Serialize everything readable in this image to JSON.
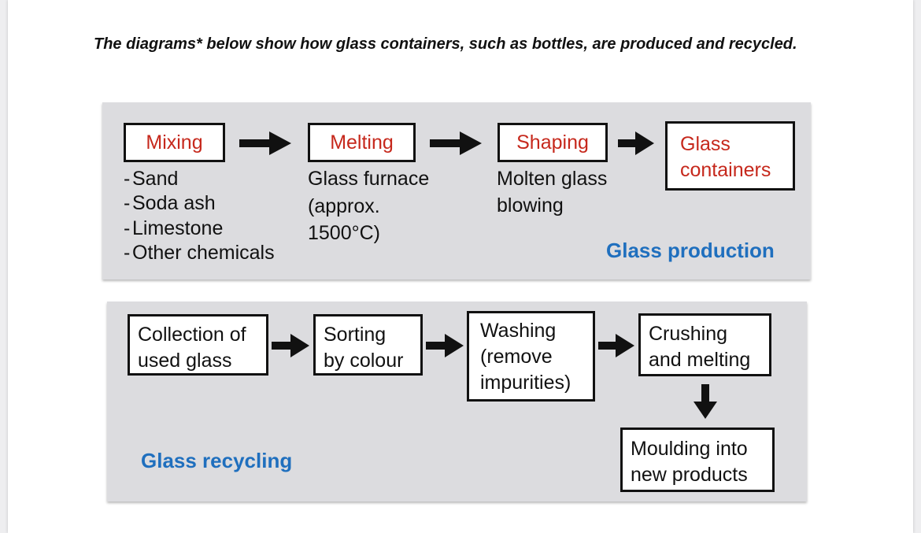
{
  "intro": "The diagrams* below show how glass containers, such as bottles, are produced and recycled.",
  "production": {
    "label": "Glass production",
    "steps": [
      {
        "title": "Mixing"
      },
      {
        "title": "Melting"
      },
      {
        "title": "Shaping"
      },
      {
        "title": "Glass containers"
      }
    ],
    "mixing_items": [
      "Sand",
      "Soda ash",
      "Limestone",
      "Other chemicals"
    ],
    "melting_notes": [
      "Glass furnace",
      "(approx.",
      "1500°C)"
    ],
    "shaping_notes": [
      "Molten glass",
      "blowing"
    ]
  },
  "recycling": {
    "label": "Glass recycling",
    "steps": [
      {
        "lines": [
          "Collection of",
          "used glass"
        ]
      },
      {
        "lines": [
          "Sorting",
          "by colour"
        ]
      },
      {
        "lines": [
          "Washing",
          "(remove",
          "impurities)"
        ]
      },
      {
        "lines": [
          "Crushing",
          "and melting"
        ]
      },
      {
        "lines": [
          "Moulding into",
          "new products"
        ]
      }
    ]
  },
  "colors": {
    "step_title": "#c6281c",
    "section_label": "#1f6fbe",
    "panel": "#dcdcdf"
  }
}
